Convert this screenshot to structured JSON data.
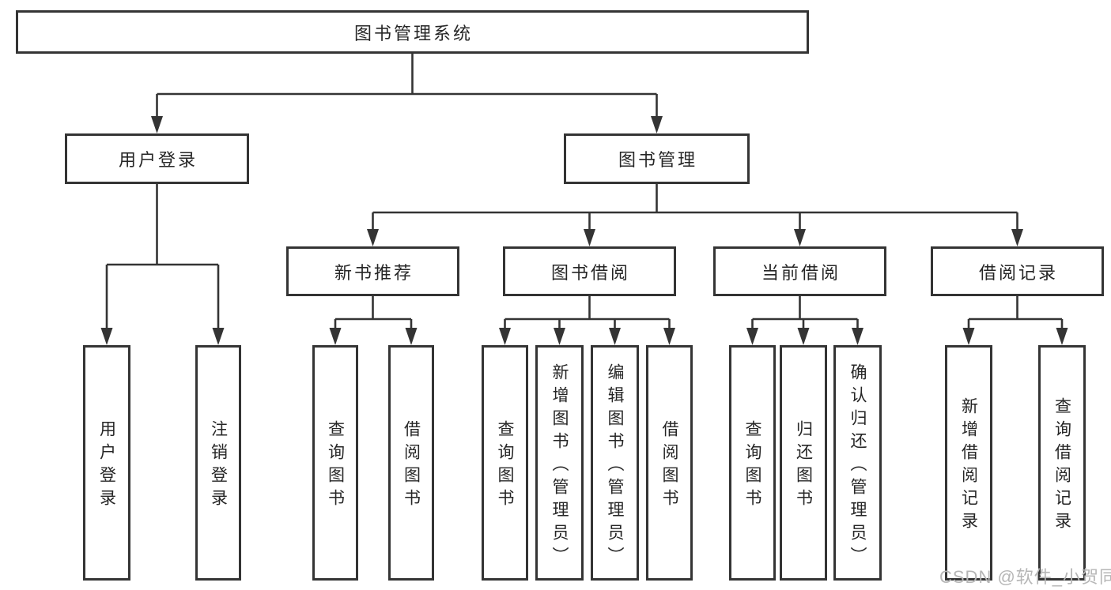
{
  "diagram": {
    "root": {
      "label": "图书管理系统"
    },
    "level2": [
      {
        "label": "用户登录"
      },
      {
        "label": "图书管理"
      }
    ],
    "level3": [
      {
        "label": "新书推荐",
        "parent": "图书管理"
      },
      {
        "label": "图书借阅",
        "parent": "图书管理"
      },
      {
        "label": "当前借阅",
        "parent": "图书管理"
      },
      {
        "label": "借阅记录",
        "parent": "图书管理"
      }
    ],
    "leaves": [
      {
        "label": "用户登录",
        "parent": "用户登录"
      },
      {
        "label": "注销登录",
        "parent": "用户登录"
      },
      {
        "label": "查询图书",
        "parent": "新书推荐"
      },
      {
        "label": "借阅图书",
        "parent": "新书推荐"
      },
      {
        "label": "查询图书",
        "parent": "图书借阅"
      },
      {
        "label": "新增图书（管理员）",
        "parent": "图书借阅"
      },
      {
        "label": "编辑图书（管理员）",
        "parent": "图书借阅"
      },
      {
        "label": "借阅图书",
        "parent": "图书借阅"
      },
      {
        "label": "查询图书",
        "parent": "当前借阅"
      },
      {
        "label": "归还图书",
        "parent": "当前借阅"
      },
      {
        "label": "确认归还（管理员）",
        "parent": "当前借阅"
      },
      {
        "label": "新增借阅记录",
        "parent": "借阅记录"
      },
      {
        "label": "查询借阅记录",
        "parent": "借阅记录"
      }
    ]
  },
  "watermark": {
    "text": "CSDN @软件_小贺同学"
  },
  "colors": {
    "line": "#343434",
    "box_border": "#343434",
    "text": "#262626",
    "watermark": "#b6b6b6",
    "background": "#ffffff"
  }
}
